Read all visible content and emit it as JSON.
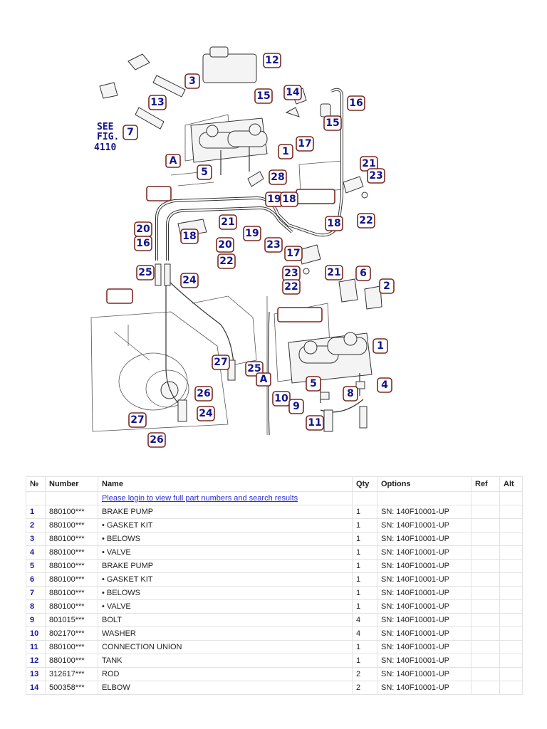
{
  "diagram": {
    "callouts": [
      "12",
      "3",
      "13",
      "7",
      "15",
      "14",
      "16",
      "15",
      "1",
      "17",
      "5",
      "28",
      "21",
      "23",
      "19",
      "18",
      "22",
      "21",
      "20",
      "16",
      "19",
      "18",
      "20",
      "18",
      "23",
      "22",
      "17",
      "25",
      "24",
      "21",
      "23",
      "22",
      "6",
      "2",
      "1",
      "4",
      "5",
      "8",
      "10",
      "9",
      "11",
      "27",
      "25",
      "26",
      "27",
      "24",
      "26"
    ],
    "see_lines": [
      "SEE",
      "FIG.",
      "4110"
    ],
    "label_a_1": "A",
    "label_a_2": "A"
  },
  "table": {
    "headers": [
      "№",
      "Number",
      "Name",
      "Qty",
      "Options",
      "Ref",
      "Alt"
    ],
    "login_text": "Please login to view full part numbers and search results",
    "rows": [
      {
        "no": "1",
        "number": "880100***",
        "name": "BRAKE PUMP",
        "qty": "1",
        "options": "SN: 140F10001-UP",
        "ref": "",
        "alt": ""
      },
      {
        "no": "2",
        "number": "880100***",
        "name": "• GASKET KIT",
        "qty": "1",
        "options": "SN: 140F10001-UP",
        "ref": "",
        "alt": ""
      },
      {
        "no": "3",
        "number": "880100***",
        "name": "• BELOWS",
        "qty": "1",
        "options": "SN: 140F10001-UP",
        "ref": "",
        "alt": ""
      },
      {
        "no": "4",
        "number": "880100***",
        "name": "• VALVE",
        "qty": "1",
        "options": "SN: 140F10001-UP",
        "ref": "",
        "alt": ""
      },
      {
        "no": "5",
        "number": "880100***",
        "name": "BRAKE PUMP",
        "qty": "1",
        "options": "SN: 140F10001-UP",
        "ref": "",
        "alt": ""
      },
      {
        "no": "6",
        "number": "880100***",
        "name": "• GASKET KIT",
        "qty": "1",
        "options": "SN: 140F10001-UP",
        "ref": "",
        "alt": ""
      },
      {
        "no": "7",
        "number": "880100***",
        "name": "• BELOWS",
        "qty": "1",
        "options": "SN: 140F10001-UP",
        "ref": "",
        "alt": ""
      },
      {
        "no": "8",
        "number": "880100***",
        "name": "• VALVE",
        "qty": "1",
        "options": "SN: 140F10001-UP",
        "ref": "",
        "alt": ""
      },
      {
        "no": "9",
        "number": "801015***",
        "name": "BOLT",
        "qty": "4",
        "options": "SN: 140F10001-UP",
        "ref": "",
        "alt": ""
      },
      {
        "no": "10",
        "number": "802170***",
        "name": "WASHER",
        "qty": "4",
        "options": "SN: 140F10001-UP",
        "ref": "",
        "alt": ""
      },
      {
        "no": "11",
        "number": "880100***",
        "name": "CONNECTION UNION",
        "qty": "1",
        "options": "SN: 140F10001-UP",
        "ref": "",
        "alt": ""
      },
      {
        "no": "12",
        "number": "880100***",
        "name": "TANK",
        "qty": "1",
        "options": "SN: 140F10001-UP",
        "ref": "",
        "alt": ""
      },
      {
        "no": "13",
        "number": "312617***",
        "name": "ROD",
        "qty": "2",
        "options": "SN: 140F10001-UP",
        "ref": "",
        "alt": ""
      },
      {
        "no": "14",
        "number": "500358***",
        "name": "ELBOW",
        "qty": "2",
        "options": "SN: 140F10001-UP",
        "ref": "",
        "alt": ""
      }
    ]
  }
}
